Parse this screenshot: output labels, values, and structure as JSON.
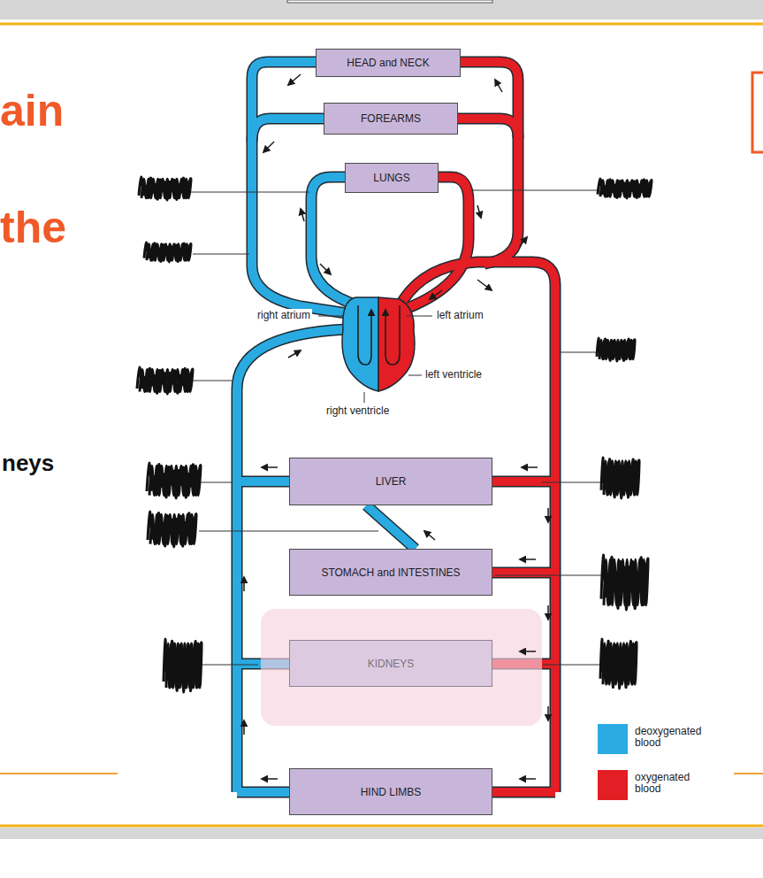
{
  "diagram": {
    "nodes": [
      {
        "text": [
          "HEAD and NECK"
        ]
      },
      {
        "text": [
          "FOREARMS"
        ]
      },
      {
        "text": [
          "LUNGS"
        ]
      },
      {
        "text": [
          "LIVER"
        ]
      },
      {
        "text": [
          "STOMACH and INTESTINES"
        ]
      },
      {
        "text": [
          "KIDNEYS"
        ]
      },
      {
        "text": [
          "HIND LIMBS"
        ]
      }
    ],
    "edges": [
      {
        "from": 4,
        "to": 3,
        "arrow": "none"
      }
    ],
    "labels": [
      "ain",
      "the",
      "neys",
      "right atrium",
      "left atrium",
      "left ventricle",
      "right ventricle"
    ],
    "legend": [
      {
        "text": "deoxygenated blood",
        "color": "#29abe2"
      },
      {
        "text": "oxygenated blood",
        "color": "#e31e24"
      }
    ]
  }
}
